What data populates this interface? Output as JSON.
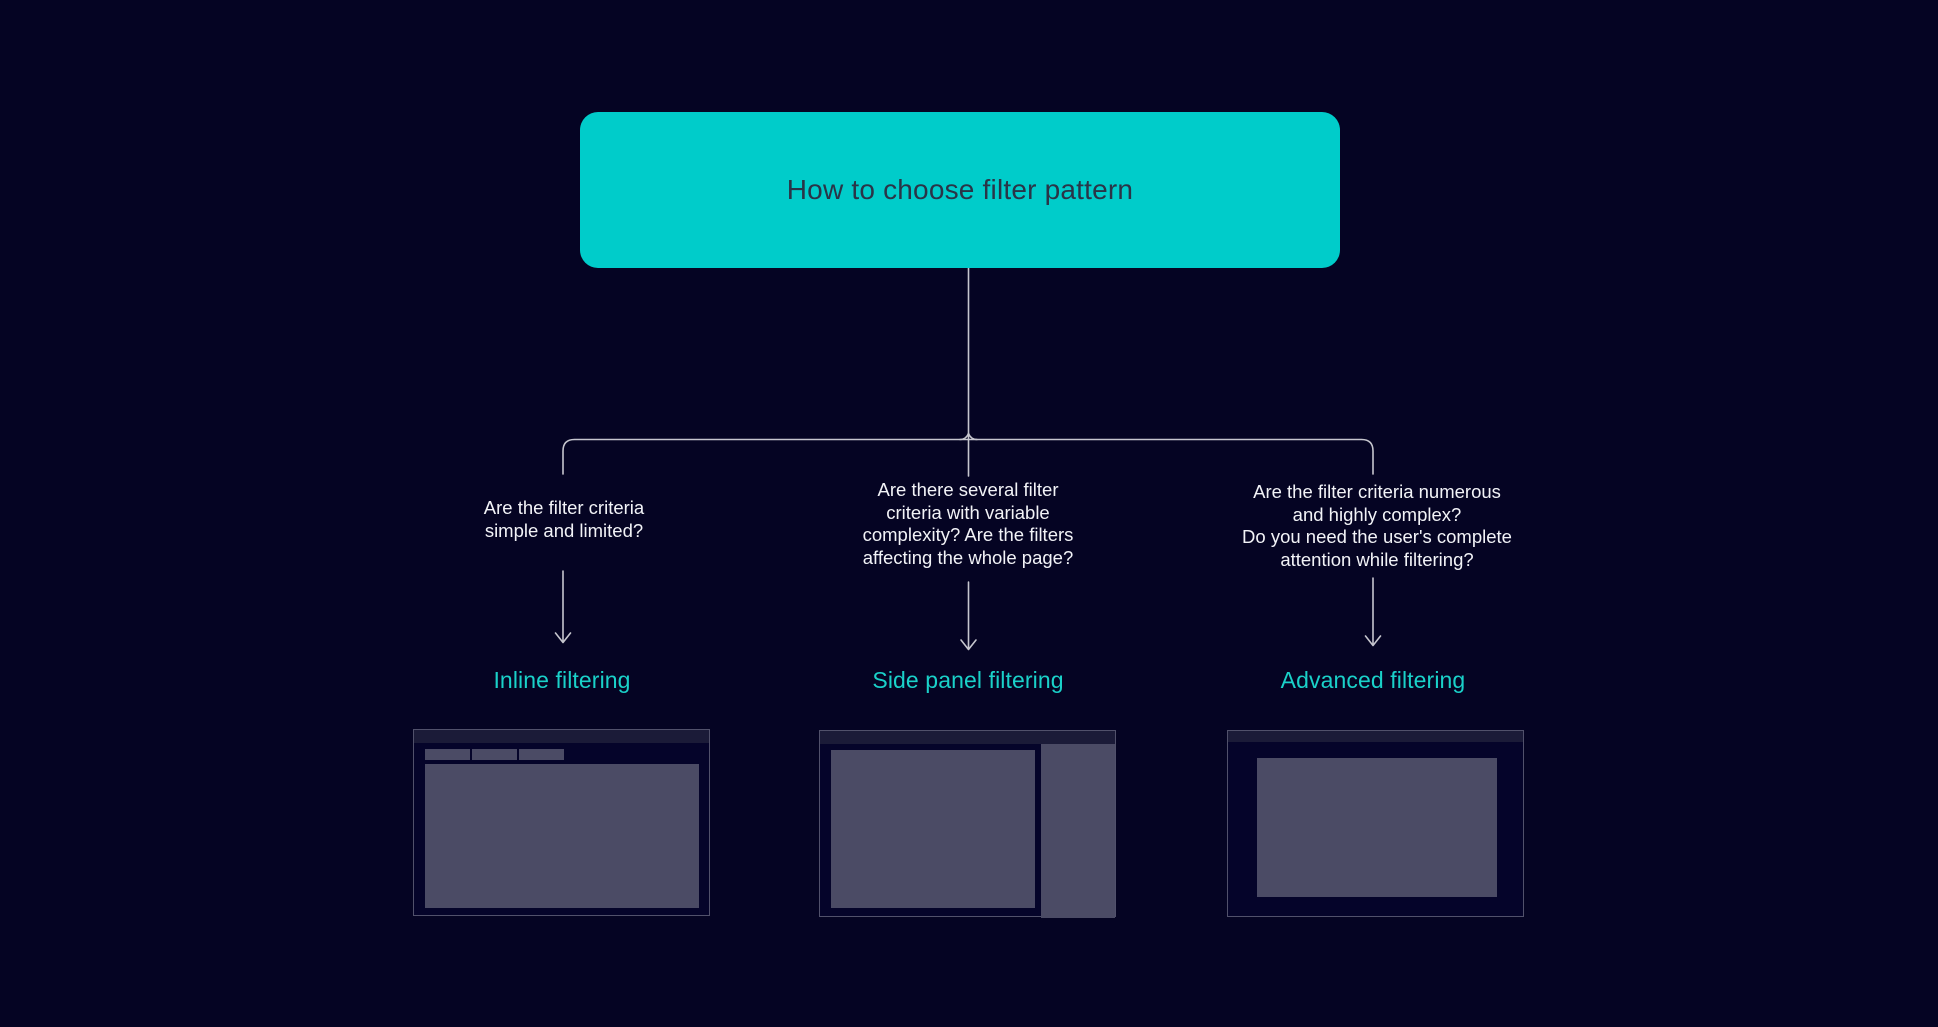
{
  "title": "How to choose filter pattern",
  "colors": {
    "background": "#050423",
    "title_box_fill": "#00CCCA",
    "title_text": "#2A3447",
    "question_text": "#F2F3F7",
    "connector": "#C6C6CE",
    "label_text": "#1AD1C9",
    "thumb_fill": "#4B4B65",
    "thumb_header_fill": "#1B1B38",
    "thumb_border": "#51516B",
    "thumb_background": "#05042A"
  },
  "branches": [
    {
      "question_lines": [
        "Are the filter criteria",
        "simple and limited?"
      ],
      "label": "Inline filtering",
      "thumbnail": "browser window with three inline filter chips above content area"
    },
    {
      "question_lines": [
        "Are there several filter",
        "criteria with variable",
        "complexity? Are the filters",
        "affecting the whole page?"
      ],
      "label": "Side panel filtering",
      "thumbnail": "browser window with content area and right side filter panel"
    },
    {
      "question_lines": [
        "Are the filter criteria numerous",
        "and highly complex?",
        "Do you need the user's complete",
        "attention while filtering?"
      ],
      "label": "Advanced filtering",
      "thumbnail": "browser window with centered filter modal dialog"
    }
  ]
}
